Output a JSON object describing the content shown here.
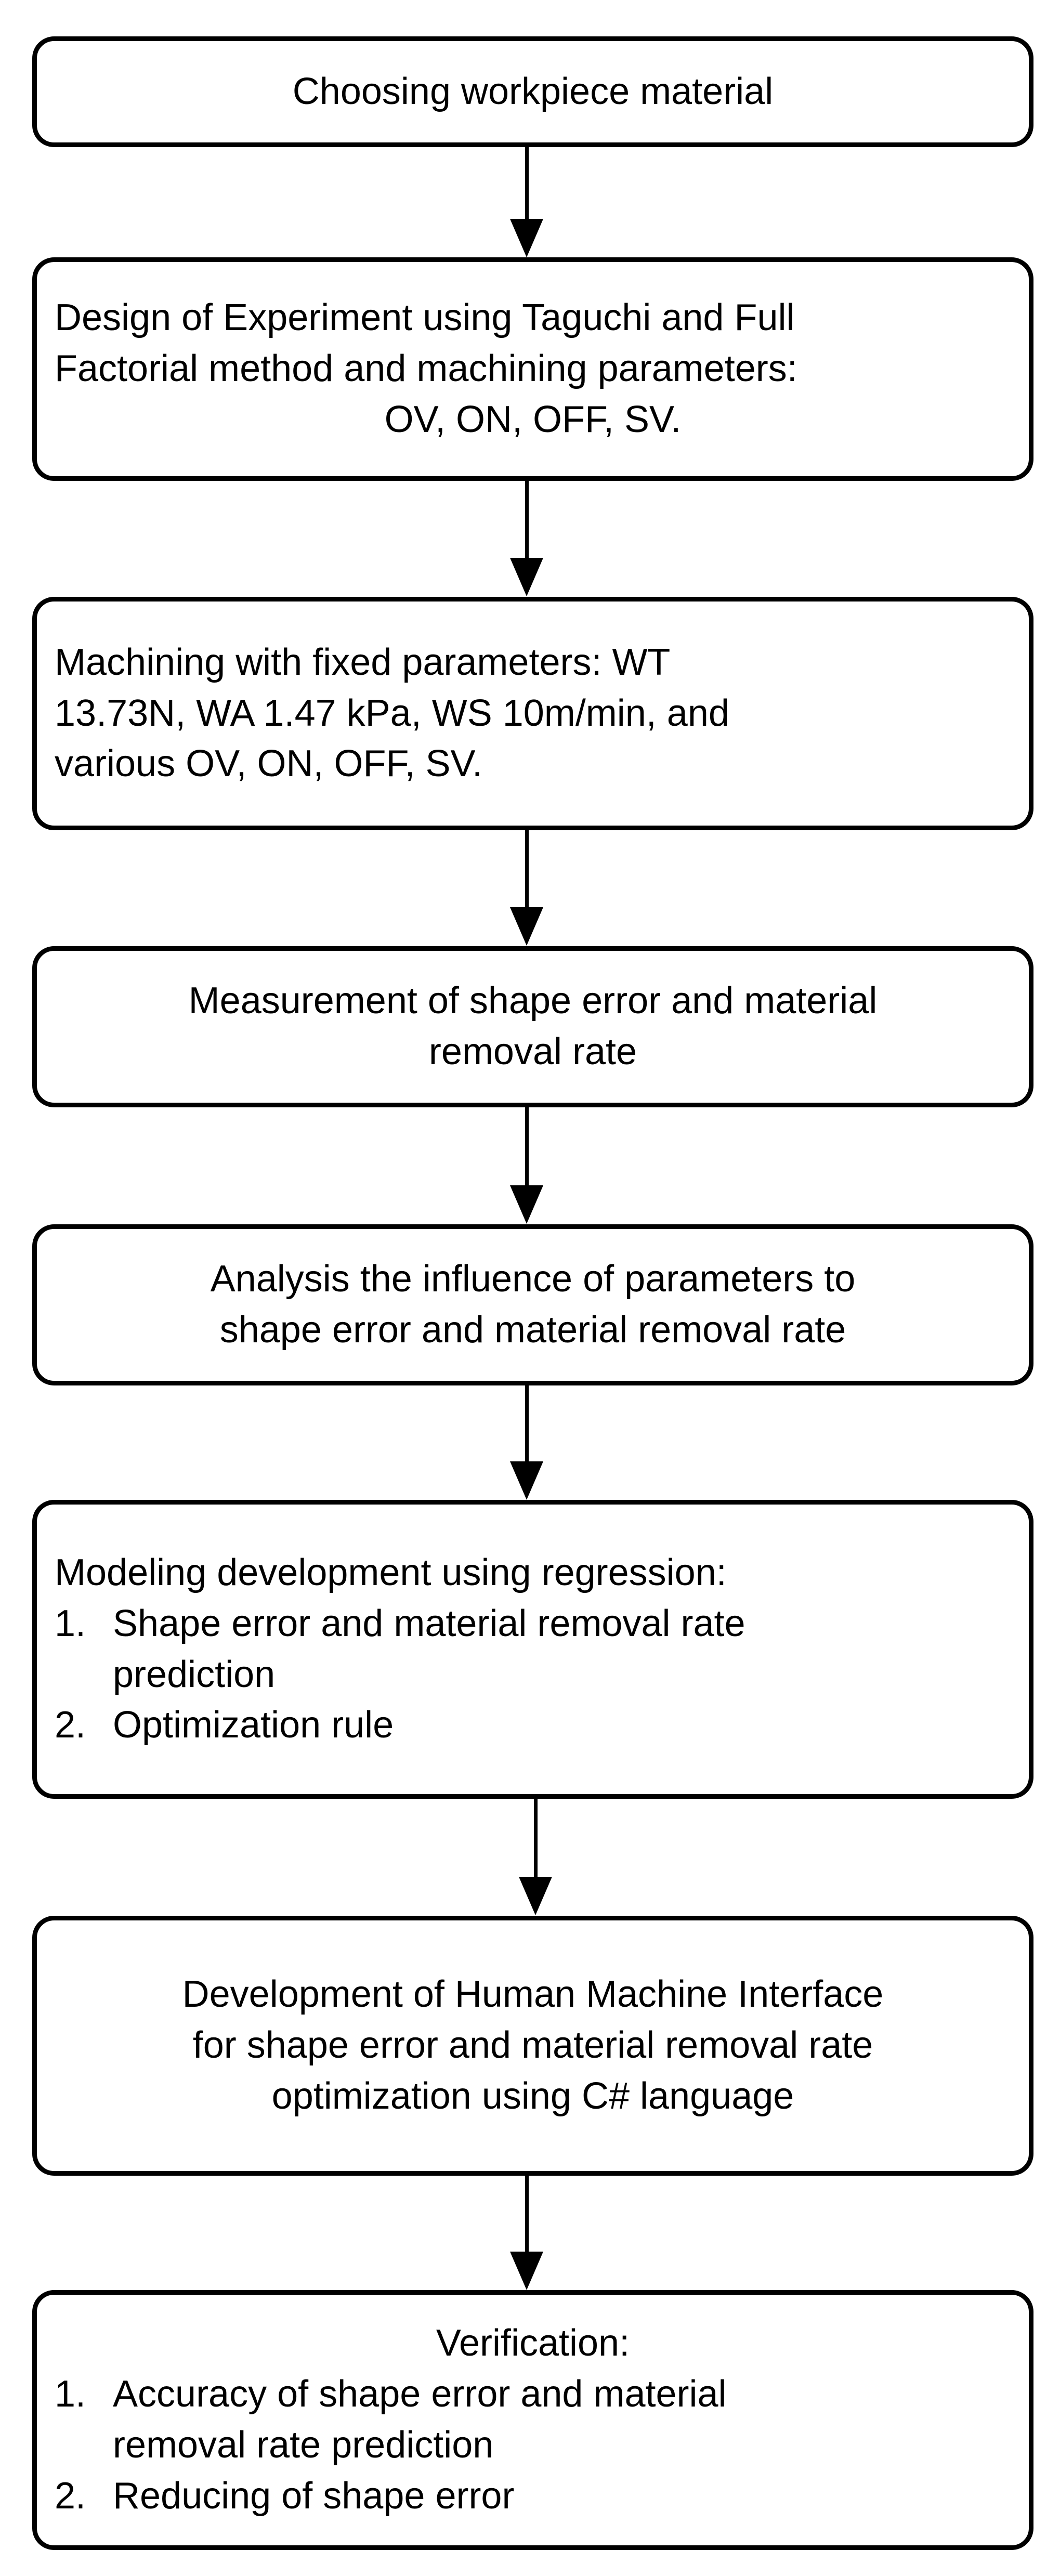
{
  "diagram": {
    "title": "Research methodology flowchart",
    "type": "flowchart",
    "orientation": "top-to-bottom",
    "stroke_color": "#000000",
    "fill_color": "#ffffff",
    "node_shape": "rounded-rectangle",
    "connector": "arrow-down"
  },
  "nodes": [
    {
      "id": "step-1",
      "name": "choosing-workpiece-material",
      "align": "center",
      "lines": [
        {
          "text": "Choosing workpiece material",
          "align": "center"
        }
      ]
    },
    {
      "id": "step-2",
      "name": "design-of-experiment",
      "align": "left",
      "lines": [
        {
          "text": "Design of Experiment using Taguchi and Full",
          "align": "left"
        },
        {
          "text": "Factorial method and machining parameters:",
          "align": "left"
        },
        {
          "text": "OV, ON, OFF, SV.",
          "align": "center"
        }
      ]
    },
    {
      "id": "step-3",
      "name": "machining-with-fixed-parameters",
      "align": "left",
      "lines": [
        {
          "text": "Machining with fixed parameters: WT",
          "align": "left"
        },
        {
          "text": "13.73N, WA 1.47 kPa, WS 10m/min, and",
          "align": "left"
        },
        {
          "text": "various OV, ON, OFF, SV.",
          "align": "left"
        }
      ]
    },
    {
      "id": "step-4",
      "name": "measurement-of-shape-error",
      "align": "center",
      "lines": [
        {
          "text": "Measurement of shape error and material",
          "align": "center"
        },
        {
          "text": "removal rate",
          "align": "center"
        }
      ]
    },
    {
      "id": "step-5",
      "name": "analysis-of-parameter-influence",
      "align": "center",
      "lines": [
        {
          "text": "Analysis the influence of parameters to",
          "align": "center"
        },
        {
          "text": "shape error and material removal rate",
          "align": "center"
        }
      ]
    },
    {
      "id": "step-6",
      "name": "modeling-development",
      "align": "left",
      "header": "Modeling development using regression:",
      "items": [
        {
          "num": "1.",
          "lines": [
            "Shape error and material removal rate",
            "prediction"
          ]
        },
        {
          "num": "2.",
          "lines": [
            "Optimization rule"
          ]
        }
      ]
    },
    {
      "id": "step-7",
      "name": "hmi-development",
      "align": "center",
      "lines": [
        {
          "text": "Development of Human Machine Interface",
          "align": "center"
        },
        {
          "text": "for shape error and material removal rate",
          "align": "center"
        },
        {
          "text": "optimization using C# language",
          "align": "center"
        }
      ]
    },
    {
      "id": "step-8",
      "name": "verification",
      "align": "left",
      "header": "Verification:",
      "header_align": "center",
      "items": [
        {
          "num": "1.",
          "lines": [
            "Accuracy of shape error and material",
            "removal rate prediction"
          ]
        },
        {
          "num": "2.",
          "lines": [
            "Reducing of shape error"
          ]
        }
      ]
    }
  ],
  "node_text": {
    "n1_l1": "Choosing workpiece material",
    "n2_l1": "Design of Experiment using Taguchi and Full",
    "n2_l2": "Factorial method and machining parameters:",
    "n2_l3": "OV, ON, OFF, SV.",
    "n3_l1": "Machining with fixed parameters: WT",
    "n3_l2": "13.73N, WA 1.47 kPa, WS 10m/min, and",
    "n3_l3": "various OV, ON, OFF, SV.",
    "n4_l1": "Measurement of shape error and material",
    "n4_l2": "removal rate",
    "n5_l1": "Analysis the influence of parameters to",
    "n5_l2": "shape error and material removal rate",
    "n6_header": "Modeling development using regression:",
    "n6_i1_num": "1.",
    "n6_i1_l1": "Shape error and material removal rate",
    "n6_i1_l2": "prediction",
    "n6_i2_num": "2.",
    "n6_i2_l1": "Optimization rule",
    "n7_l1": "Development of Human Machine Interface",
    "n7_l2": "for shape error and material removal rate",
    "n7_l3": "optimization using C# language",
    "n8_header": "Verification:",
    "n8_i1_num": "1.",
    "n8_i1_l1": "Accuracy of shape error and material",
    "n8_i1_l2": "removal rate prediction",
    "n8_i2_num": "2.",
    "n8_i2_l1": "Reducing of shape error"
  },
  "connectors": [
    {
      "name": "connector-1-to-2",
      "from": "step-1",
      "to": "step-2"
    },
    {
      "name": "connector-2-to-3",
      "from": "step-2",
      "to": "step-3"
    },
    {
      "name": "connector-3-to-4",
      "from": "step-3",
      "to": "step-4"
    },
    {
      "name": "connector-4-to-5",
      "from": "step-4",
      "to": "step-5"
    },
    {
      "name": "connector-5-to-6",
      "from": "step-5",
      "to": "step-6"
    },
    {
      "name": "connector-6-to-7",
      "from": "step-6",
      "to": "step-7"
    },
    {
      "name": "connector-7-to-8",
      "from": "step-7",
      "to": "step-8"
    }
  ]
}
